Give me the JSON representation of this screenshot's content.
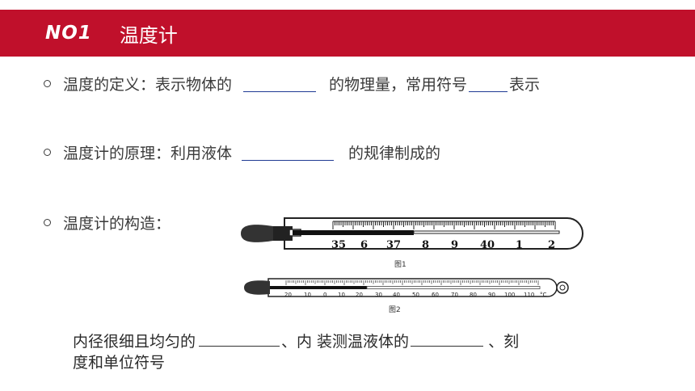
{
  "header": {
    "number": "NO1",
    "title": "温度计"
  },
  "bullets": [
    {
      "part1": "温度的定义：表示物体的",
      "part2": "的物理量，常用符号",
      "part3": "表示"
    },
    {
      "part1": "温度计的原理：利用液体",
      "part2": "的规律制成的"
    },
    {
      "part1": "温度计的构造："
    }
  ],
  "figure1": {
    "scale_labels": [
      "35",
      "6",
      "37",
      "8",
      "9",
      "40",
      "1",
      "2"
    ],
    "caption": "图1"
  },
  "figure2": {
    "scale_labels": [
      "20",
      "10",
      "0",
      "10",
      "20",
      "30",
      "40",
      "50",
      "60",
      "70",
      "80",
      "90",
      "100",
      "110",
      "°C"
    ],
    "caption": "图2"
  },
  "bottom_text": {
    "part1": "内径很细且均匀的",
    "part2": "、内  装测温液体的",
    "part3": "、刻",
    "line2": "度和单位符号"
  }
}
